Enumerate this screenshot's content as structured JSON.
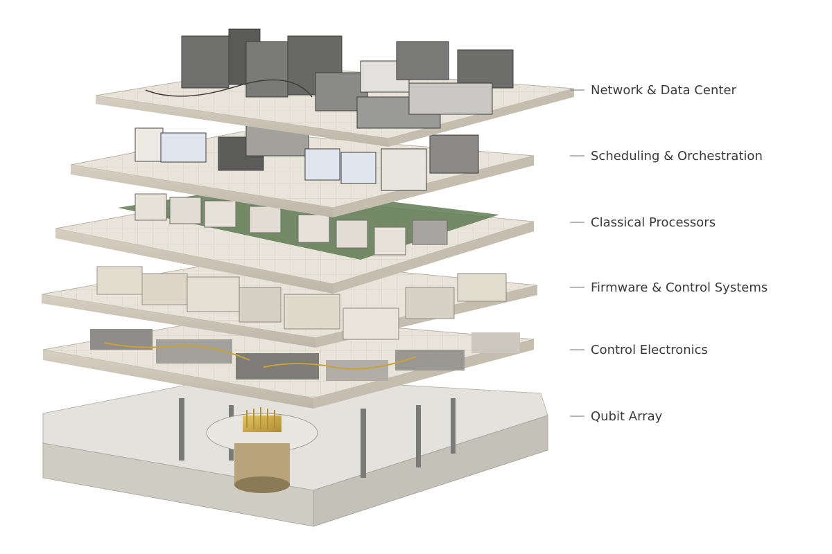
{
  "diagram": {
    "layers": [
      {
        "label": "Network & Data Center"
      },
      {
        "label": "Scheduling & Orchestration"
      },
      {
        "label": "Classical Processors"
      },
      {
        "label": "Firmware & Control Systems"
      },
      {
        "label": "Control Electronics"
      },
      {
        "label": "Qubit Array"
      }
    ]
  },
  "colors": {
    "plate_top": "#e9e4da",
    "plate_edge": "#cfc8bb",
    "plate_grid": "#d8d2c6",
    "equipment_light": "#e6e1d6",
    "equipment_mid": "#a8a6a2",
    "equipment_dark": "#5a5a5a",
    "circuit_green": "#5f7a52",
    "gold": "#c9a23a",
    "base_concrete": "#dcdad4",
    "label_text": "#3a3a3a"
  }
}
